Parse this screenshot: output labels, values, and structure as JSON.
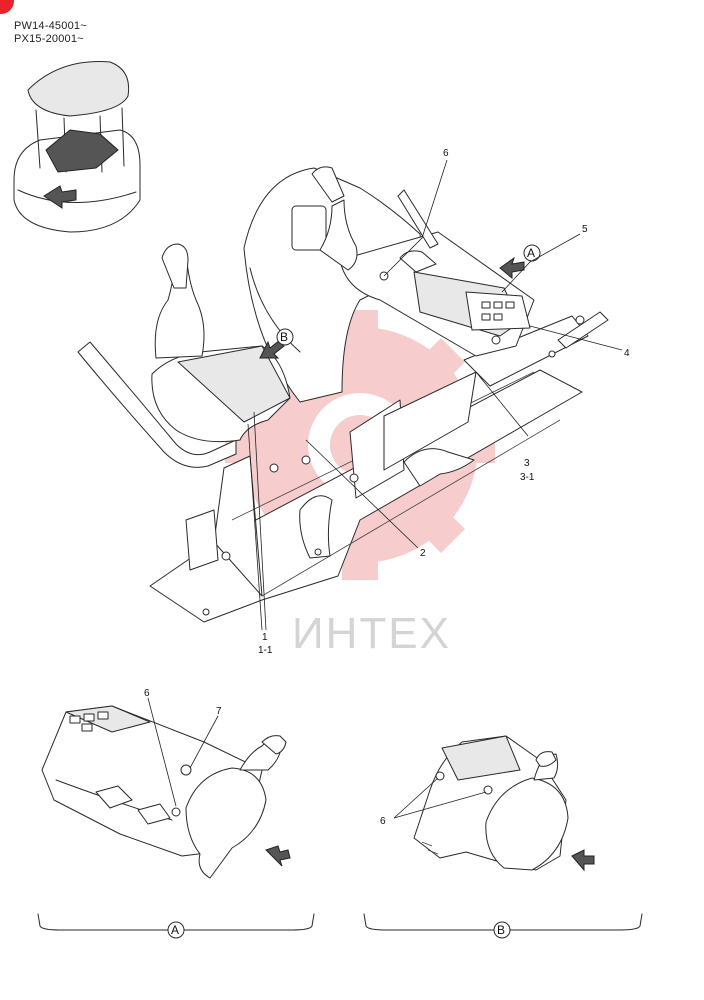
{
  "header": {
    "serial_line_1": "PW14-45001~",
    "serial_line_2": "PX15-20001~"
  },
  "colors": {
    "badge": "#e8232a",
    "watermark_gear": "#f6cccc",
    "watermark_text": "#d4d4d4",
    "line": "#2a2a2a"
  },
  "watermark": {
    "text": "ИНТЕХ"
  },
  "callouts": {
    "c6_main": "6",
    "c5": "5",
    "c4": "4",
    "c3": "3",
    "c3_1": "3-1",
    "c2": "2",
    "c1": "1",
    "c1_1": "1-1",
    "detail_a_6": "6",
    "detail_a_7": "7",
    "detail_b_6": "6"
  },
  "view_markers": {
    "arrow_a_main": "A",
    "arrow_b_main": "B",
    "label_a": "A",
    "label_b": "B"
  }
}
